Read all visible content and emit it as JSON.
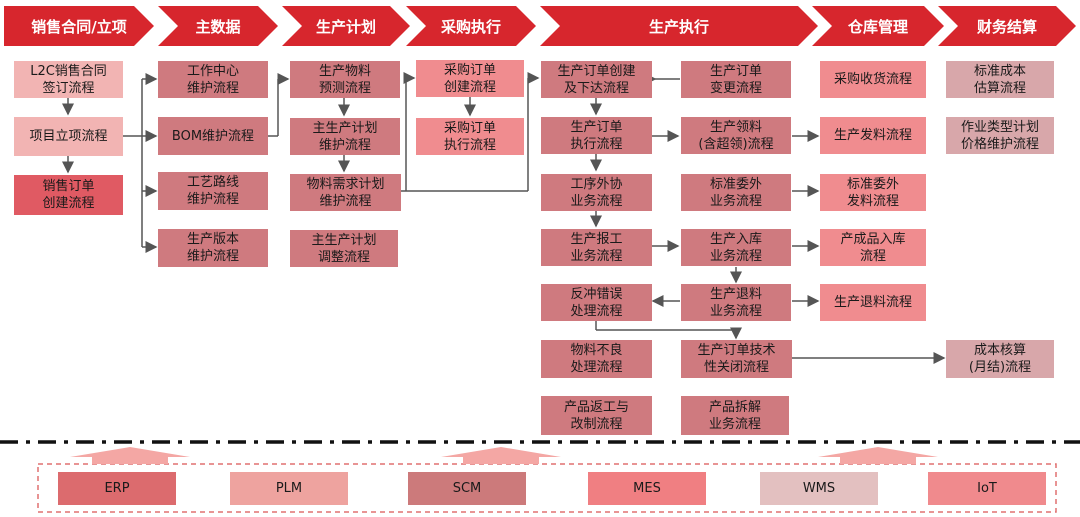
{
  "stages": [
    "销售合同/立项",
    "主数据",
    "生产计划",
    "采购执行",
    "生产执行",
    "仓库管理",
    "财务结算"
  ],
  "sales": {
    "contract": "L2C销售合同\n签订流程",
    "project": "项目立项流程",
    "order": "销售订单\n创建流程"
  },
  "master": {
    "work_center": "工作中心\n维护流程",
    "bom": "BOM维护流程",
    "routing": "工艺路线\n维护流程",
    "version": "生产版本\n维护流程"
  },
  "plan": {
    "forecast": "生产物料\n预测流程",
    "mps": "主生产计划\n维护流程",
    "mrp": "物料需求计划\n维护流程",
    "mps_adjust": "主生产计划\n调整流程"
  },
  "purchase": {
    "po_create": "采购订单\n创建流程",
    "po_exec": "采购订单\n执行流程"
  },
  "production": {
    "order_create": "生产订单创建\n及下达流程",
    "order_change": "生产订单\n变更流程",
    "order_exec": "生产订单\n执行流程",
    "picking": "生产领料\n(含超领)流程",
    "outsource": "工序外协\n业务流程",
    "std_subcontract": "标准委外\n业务流程",
    "report": "生产报工\n业务流程",
    "receipt": "生产入库\n业务流程",
    "reversal": "反冲错误\n处理流程",
    "return": "生产退料\n业务流程",
    "defect": "物料不良\n处理流程",
    "tech_close": "生产订单技术\n性关闭流程",
    "rework": "产品返工与\n改制流程",
    "disassembly": "产品拆解\n业务流程"
  },
  "warehouse": {
    "po_receipt": "采购收货流程",
    "issue": "生产发料流程",
    "subcontract_issue": "标准委外\n发料流程",
    "fg_receipt": "产成品入库\n流程",
    "return": "生产退料流程"
  },
  "finance": {
    "std_cost": "标准成本\n估算流程",
    "activity_price": "作业类型计划\n价格维护流程",
    "period_close": "成本核算\n(月结)流程"
  },
  "systems": [
    "ERP",
    "PLM",
    "SCM",
    "MES",
    "WMS",
    "IoT"
  ]
}
